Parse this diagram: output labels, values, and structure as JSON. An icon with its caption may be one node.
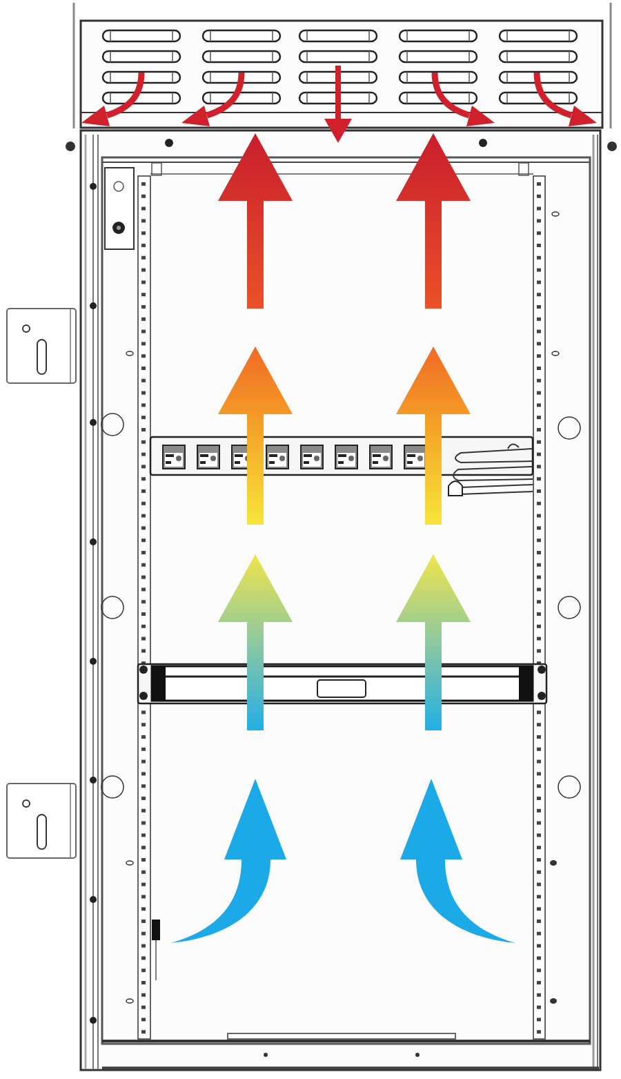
{
  "diagram": {
    "nodes": [
      {
        "text": [],
        "shape": "box"
      },
      {
        "text": [],
        "shape": "box"
      },
      {
        "text": [],
        "shape": "bar",
        "in": 1
      },
      {
        "text": [],
        "shape": "bar",
        "in": 1
      }
    ]
  }
}
